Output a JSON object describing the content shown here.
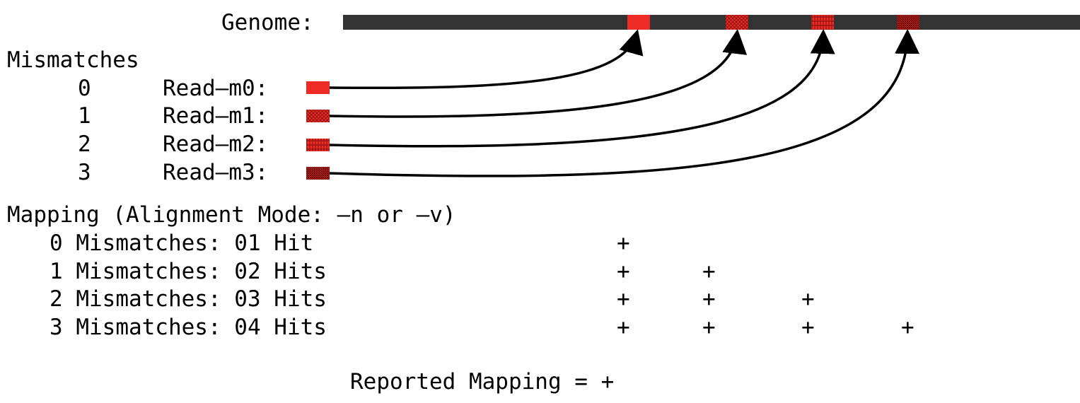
{
  "genome_label": "Genome:",
  "mismatches_header": "Mismatches",
  "reads": [
    {
      "mismatches": "0",
      "label": "Read–m0:"
    },
    {
      "mismatches": "1",
      "label": "Read–m1:"
    },
    {
      "mismatches": "2",
      "label": "Read–m2:"
    },
    {
      "mismatches": "3",
      "label": "Read–m3:"
    }
  ],
  "mapping_header": "Mapping (Alignment Mode: –n or –v)",
  "mapping_rows": [
    {
      "label": "0 Mismatches: 01 Hit"
    },
    {
      "label": "1 Mismatches: 02 Hits"
    },
    {
      "label": "2 Mismatches: 03 Hits"
    },
    {
      "label": "3 Mismatches: 04 Hits"
    }
  ],
  "plus": "+",
  "reported": "Reported Mapping = +",
  "colors": {
    "genome": "#333333",
    "hit": "#ee2b24",
    "arrow": "#000000"
  }
}
